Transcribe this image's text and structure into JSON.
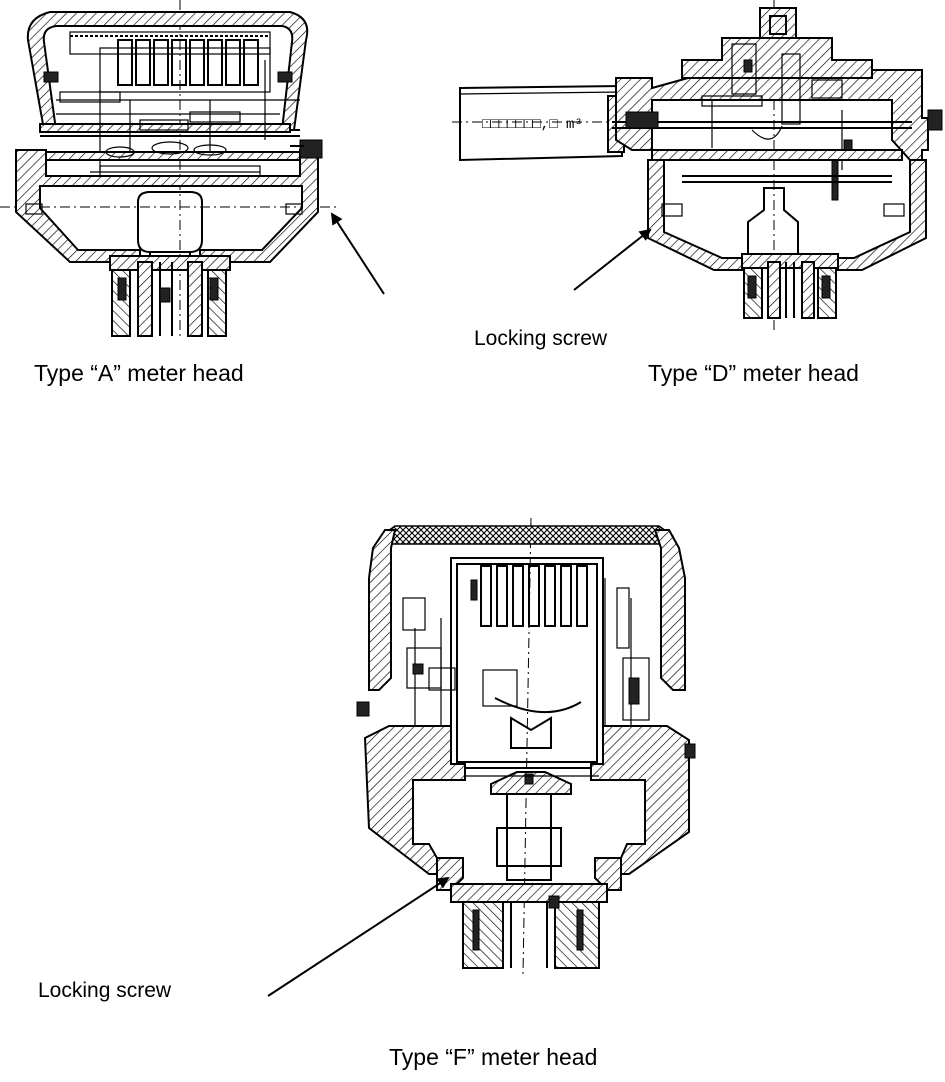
{
  "captions": {
    "type_a": "Type “A” meter head",
    "type_d": "Type “D” meter head",
    "type_f": "Type “F” meter head"
  },
  "labels": {
    "locking_screw_top": "Locking screw",
    "locking_screw_bottom": "Locking screw"
  },
  "counter_display": {
    "text": "□□□□□□□,□ m³"
  }
}
